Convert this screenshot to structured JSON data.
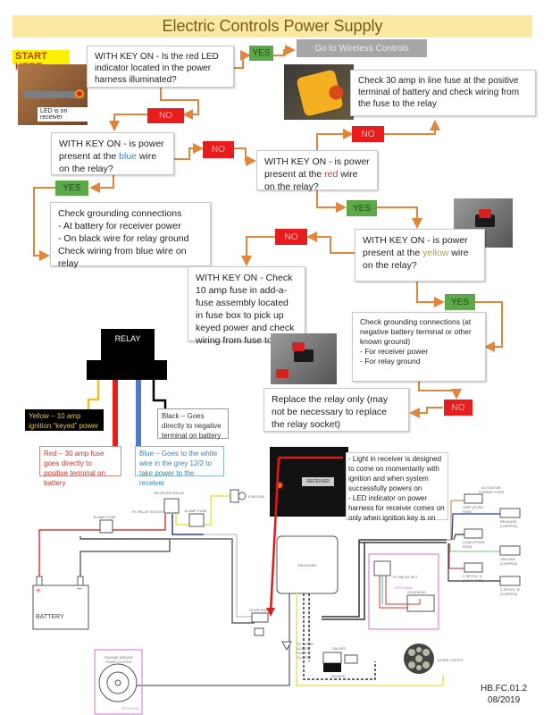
{
  "title": "Electric Controls Power Supply",
  "start_label": "START HERE",
  "led_photo_caption": "LED is on receiver",
  "flow": {
    "q1": {
      "text": "WITH KEY ON - Is the red LED indicator located in the power harness illuminated?"
    },
    "q1_yes": "YES",
    "q1_no": "NO",
    "go_wireless": "Go to Wireless Controls",
    "q2": {
      "pre": "WITH KEY ON - is power present at the ",
      "color_word": "blue",
      "post": " wire on the relay?"
    },
    "q2_no": "NO",
    "q2_yes": "YES",
    "ground1": {
      "line1": "Check grounding connections",
      "line2": "- At battery for receiver power",
      "line3": "- On black wire for relay ground",
      "line4": "Check wiring from blue wire on relay"
    },
    "q3": {
      "pre": "WITH KEY ON - is power present at the ",
      "color_word": "red",
      "post": " wire on the relay?"
    },
    "q3_no": "NO",
    "q3_yes": "YES",
    "fuse30": {
      "text": "Check 30 amp in line fuse at the positive terminal of battery and check wiring from the fuse to the relay"
    },
    "q4": {
      "pre": "WITH KEY ON - is power present at the ",
      "color_word": "yellow",
      "post": " wire on the relay?"
    },
    "q4_no": "NO",
    "q4_yes": "YES",
    "fuse10": {
      "text": "WITH KEY ON - Check 10 amp fuse in add-a-fuse assembly located in fuse box to pick up keyed power and check wiring from fuse to relay"
    },
    "ground2": {
      "line1": "Check grounding connections (at negative battery terminal or other known ground)",
      "line2": "- For receiver power",
      "line3": "- For relay ground"
    },
    "ground2_no": "NO",
    "replace": {
      "text": "Replace the relay only (may not be necessary to replace the relay socket)"
    }
  },
  "relay": {
    "label": "RELAY",
    "yellow": "Yellow – 10 amp ignition “keyed” power",
    "black": "Black – Goes directly to negative terminal on battery",
    "red": "Red – 30 amp fuse goes directly to positive terminal on battery",
    "blue": "Blue – Goes to the white wire in the grey 12/2 to take power to the receiver"
  },
  "receiver_photo_label": "RECEIVER",
  "receiver_note": {
    "line1": "- Light in receiver is designed to come on momentarily with ignition and when system successfully powers on",
    "line2": "- LED indicator on power harness for receiver comes on only when ignition key is on"
  },
  "wiring": {
    "battery": "BATTERY",
    "plus": "+",
    "minus": "−",
    "fuse40": "40 AMP FUSE",
    "relay_socket": "PL RELAY SOCKET",
    "receiver_relay": "RECEIVER RELAY",
    "fuse10": "10 AMP FUSE",
    "ignition": "IGNITION",
    "receiver": "RECEIVER",
    "rcvr_power": "RCVR POWER",
    "actuator_connectors": "ACTUATOR CONNECTORS",
    "actuators": [
      "GRIP (PUSH ROD)",
      "RELEASE (CAPPED)",
      "LOAD (PUSH ROD)",
      "UNLOAD (CAPPED)",
      "2 SPOOL 'A' (PUSH ROD)",
      "2 SPOOL 'B' (CAPPED)"
    ],
    "optional": "OPTIONAL",
    "pl_relay_socket": "PL RELAY SKT",
    "solenoid": "SOLENOID",
    "valves": "VALVES",
    "unused": "UNUSED",
    "work_lights": "WORK LIGHTS",
    "pump_clutch": "ENGINE DRIVEN PUMP CLUTCH",
    "clutch_connector": "TO WORK LIGHTS PUMP CLUTCH"
  },
  "doc_id": "HB.FC.01.2",
  "doc_date": "08/2019"
}
